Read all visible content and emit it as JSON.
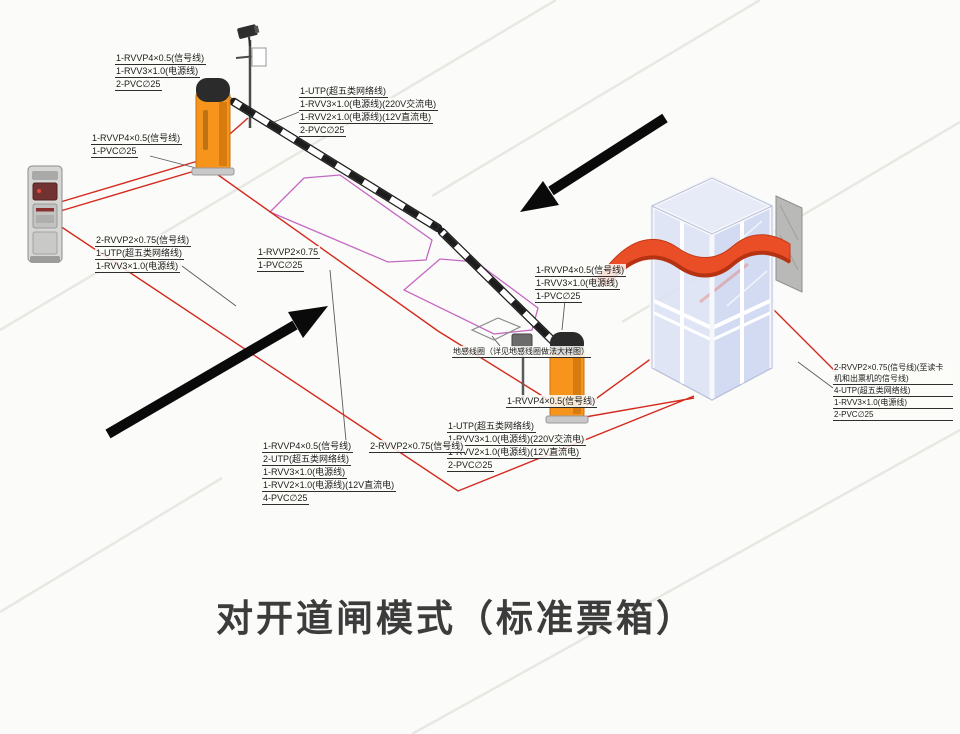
{
  "title": "对开道闸模式（标准票箱）",
  "colors": {
    "barrier_orange": "#f6941c",
    "canopy_red": "#ea4e27",
    "wiring_red": "#d42a1e",
    "island_magenta": "#c468c4"
  },
  "cable_labels": {
    "camera_pole": [
      "1-RVVP4×0.5(信号线)",
      "1-RVV3×1.0(电源线)",
      "2-PVC∅25"
    ],
    "lane1_barrier": [
      "1-UTP(超五类网络线)",
      "1-RVV3×1.0(电源线)(220V交流电)",
      "1-RVV2×1.0(电源线)(12V直流电)",
      "2-PVC∅25"
    ],
    "ticket_dispenser": [
      "1-RVVP4×0.5(信号线)",
      "1-PVC∅25"
    ],
    "left_island": [
      "2-RVVP2×0.75(信号线)",
      "1-UTP(超五类网络线)",
      "1-RVV3×1.0(电源线)"
    ],
    "center_conduit": [
      "1-RVVP2×0.75",
      "1-PVC∅25"
    ],
    "ground_loop_note": "地感线圈（详见地感线圈做法大样图）",
    "barrier2_upper": [
      "1-RVVP4×0.5(信号线)",
      "1-RVV3×1.0(电源线)",
      "1-PVC∅25"
    ],
    "barrier2_lower": "1-RVVP4×0.5(信号线)",
    "lane2_barrier": [
      "1-UTP(超五类网络线)",
      "1-RVV3×1.0(电源线)(220V交流电)",
      "1-RVV2×1.0(电源线)(12V直流电)",
      "2-PVC∅25"
    ],
    "trench_row_a": "1-RVVP4×0.5(信号线)",
    "trench_row_b": "2-RVVP2×0.75(信号线)",
    "trench_main": [
      "2-UTP(超五类网络线)",
      "1-RVV3×1.0(电源线)",
      "1-RVV2×1.0(电源线)(12V直流电)",
      "4-PVC∅25"
    ],
    "booth_feed": [
      "2-RVVP2×0.75(信号线)(至读卡机和出票机的信号线)",
      "4-UTP(超五类网络线)",
      "1-RVV3×1.0(电源线)",
      "2-PVC∅25"
    ]
  }
}
